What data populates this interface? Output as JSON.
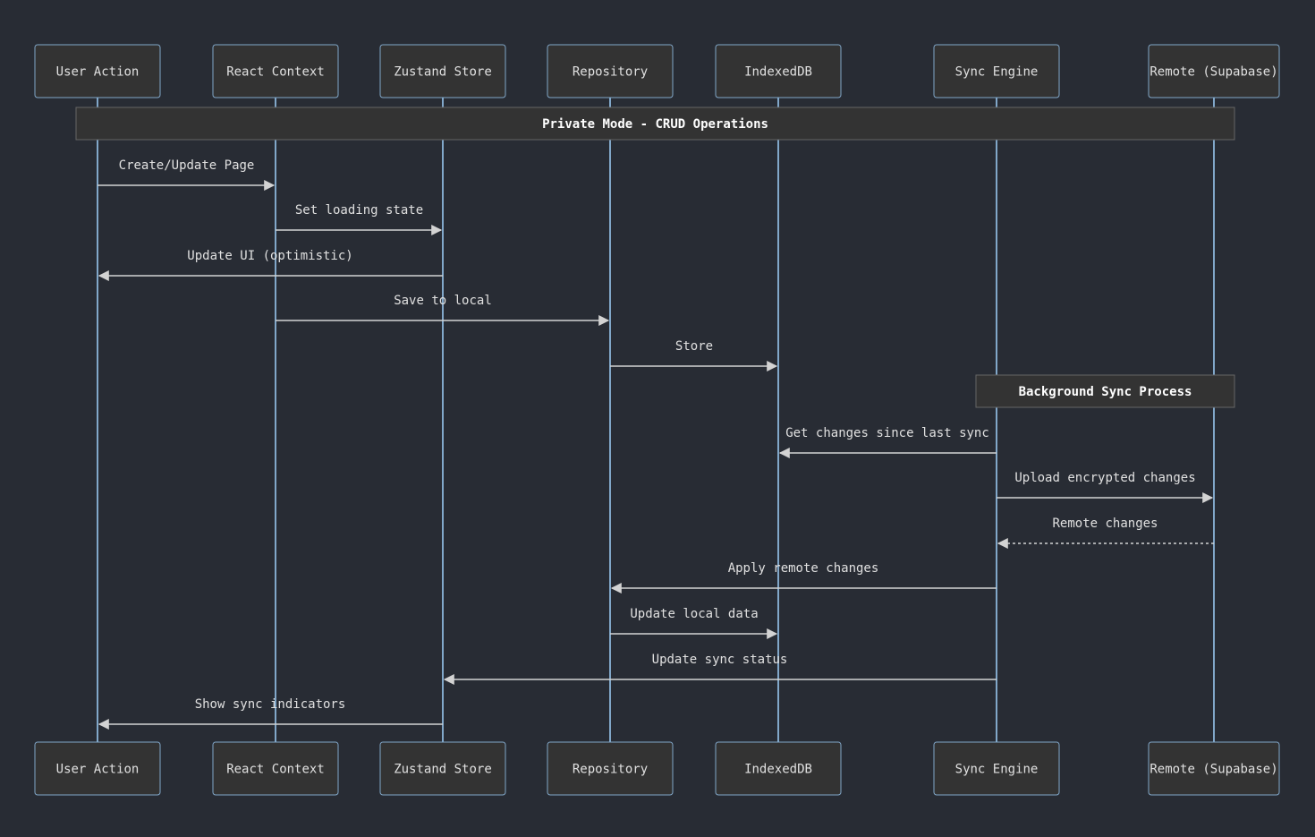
{
  "participants": [
    {
      "id": "user",
      "label": "User Action"
    },
    {
      "id": "ctx",
      "label": "React Context"
    },
    {
      "id": "store",
      "label": "Zustand Store"
    },
    {
      "id": "repo",
      "label": "Repository"
    },
    {
      "id": "idb",
      "label": "IndexedDB"
    },
    {
      "id": "sync",
      "label": "Sync Engine"
    },
    {
      "id": "remote",
      "label": "Remote (Supabase)"
    }
  ],
  "notes": [
    {
      "label": "Private Mode - CRUD Operations",
      "from": "user",
      "to": "remote"
    },
    {
      "label": "Background Sync Process",
      "from": "sync",
      "to": "remote"
    }
  ],
  "messages": [
    {
      "from": "user",
      "to": "ctx",
      "label": "Create/Update Page",
      "style": "solid"
    },
    {
      "from": "ctx",
      "to": "store",
      "label": "Set loading state",
      "style": "solid"
    },
    {
      "from": "store",
      "to": "user",
      "label": "Update UI (optimistic)",
      "style": "solid"
    },
    {
      "from": "ctx",
      "to": "repo",
      "label": "Save to local",
      "style": "solid"
    },
    {
      "from": "repo",
      "to": "idb",
      "label": "Store",
      "style": "solid"
    },
    {
      "from": "sync",
      "to": "idb",
      "label": "Get changes since last sync",
      "style": "solid"
    },
    {
      "from": "sync",
      "to": "remote",
      "label": "Upload encrypted changes",
      "style": "solid"
    },
    {
      "from": "remote",
      "to": "sync",
      "label": "Remote changes",
      "style": "dotted"
    },
    {
      "from": "sync",
      "to": "repo",
      "label": "Apply remote changes",
      "style": "solid"
    },
    {
      "from": "repo",
      "to": "idb",
      "label": "Update local data",
      "style": "solid"
    },
    {
      "from": "sync",
      "to": "store",
      "label": "Update sync status",
      "style": "solid"
    },
    {
      "from": "store",
      "to": "user",
      "label": "Show sync indicators",
      "style": "solid"
    }
  ]
}
